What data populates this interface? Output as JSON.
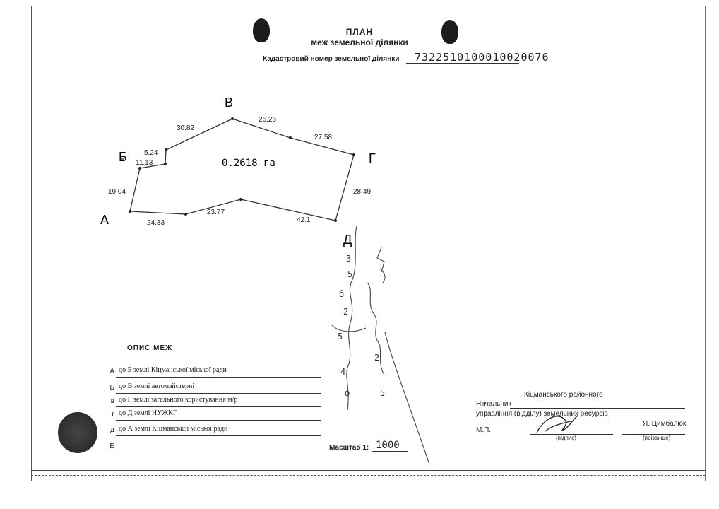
{
  "title": "ПЛАН",
  "subtitle": "меж земельної ділянки",
  "cadastral": {
    "label": "Кадастровий номер земельної ділянки",
    "value": "7322510100010020076"
  },
  "area": "0.2618 га",
  "points": {
    "a": "А",
    "b": "Б",
    "v": "В",
    "g": "Г",
    "d": "Д"
  },
  "distances": [
    "30.82",
    "26.26",
    "27.58",
    "5.24",
    "11.13",
    "19.04",
    "28.49",
    "24.33",
    "23.77",
    "42.1"
  ],
  "opys": {
    "heading": "ОПИС МЕЖ",
    "rows": [
      {
        "letter": "А",
        "text": "до Б землі Кіцманської міської ради"
      },
      {
        "letter": "Б",
        "text": "до В землі автомайстерні"
      },
      {
        "letter": "в",
        "text": "до Г землі загального користування м/р"
      },
      {
        "letter": "г",
        "text": "до Д землі НУЖКГ"
      },
      {
        "letter": "д",
        "text": "до А землі Кіцманської міської ради"
      },
      {
        "letter": "Е",
        "text": ""
      }
    ]
  },
  "scale": {
    "label": "Масштаб 1:",
    "value": "1000"
  },
  "signature": {
    "org": "Кіцманського районного",
    "head_label": "Начальник",
    "dept": "управління (відділу) земельних ресурсів",
    "mp": "М.П.",
    "name": "Я. Цимбалюк",
    "sign_caption": "(підпис)",
    "name_caption": "(прізвище)"
  }
}
